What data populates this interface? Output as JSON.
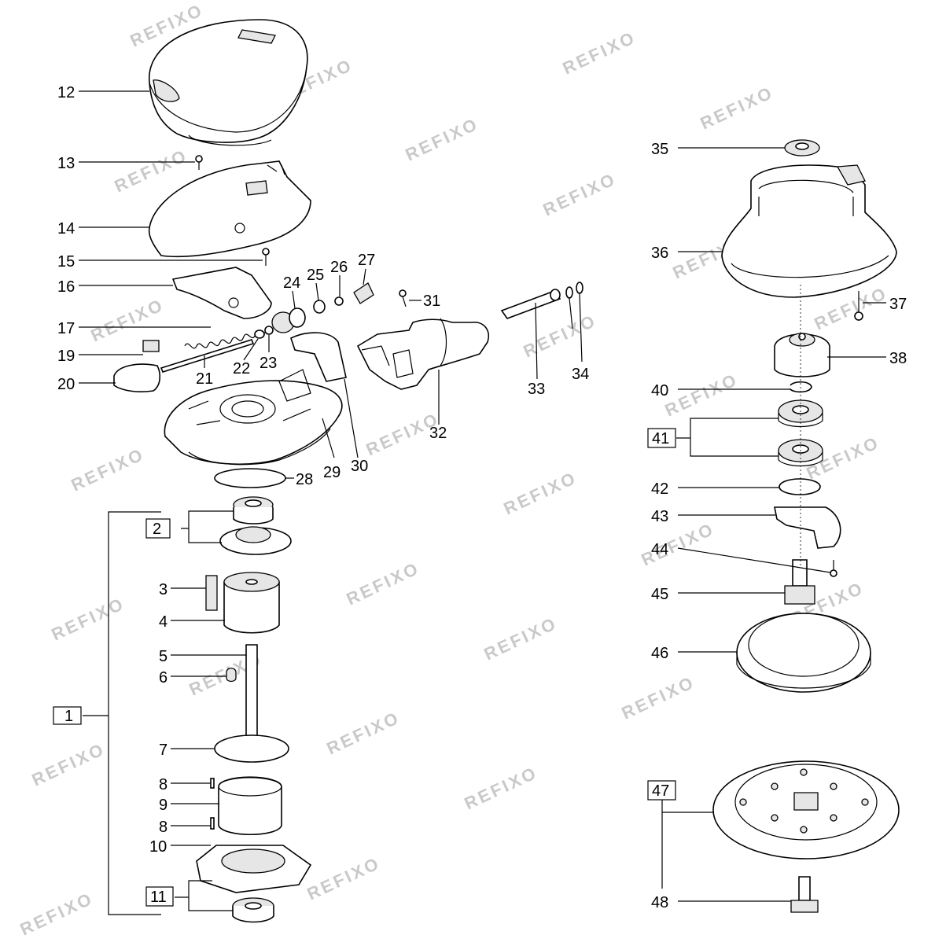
{
  "watermark": "REFIXO",
  "labels": {
    "l1": "1",
    "l2": "2",
    "l3": "3",
    "l4": "4",
    "l5": "5",
    "l6": "6",
    "l7": "7",
    "l8a": "8",
    "l8b": "8",
    "l9": "9",
    "l10": "10",
    "l11": "11",
    "l12": "12",
    "l13": "13",
    "l14": "14",
    "l15": "15",
    "l16": "16",
    "l17": "17",
    "l19": "19",
    "l20": "20",
    "l21": "21",
    "l22": "22",
    "l23": "23",
    "l24": "24",
    "l25": "25",
    "l26": "26",
    "l27": "27",
    "l28": "28",
    "l29": "29",
    "l30": "30",
    "l31": "31",
    "l32": "32",
    "l33": "33",
    "l34": "34",
    "l35": "35",
    "l36": "36",
    "l37": "37",
    "l38": "38",
    "l40": "40",
    "l41": "41",
    "l42": "42",
    "l43": "43",
    "l44": "44",
    "l45": "45",
    "l46": "46",
    "l47": "47",
    "l48": "48"
  }
}
